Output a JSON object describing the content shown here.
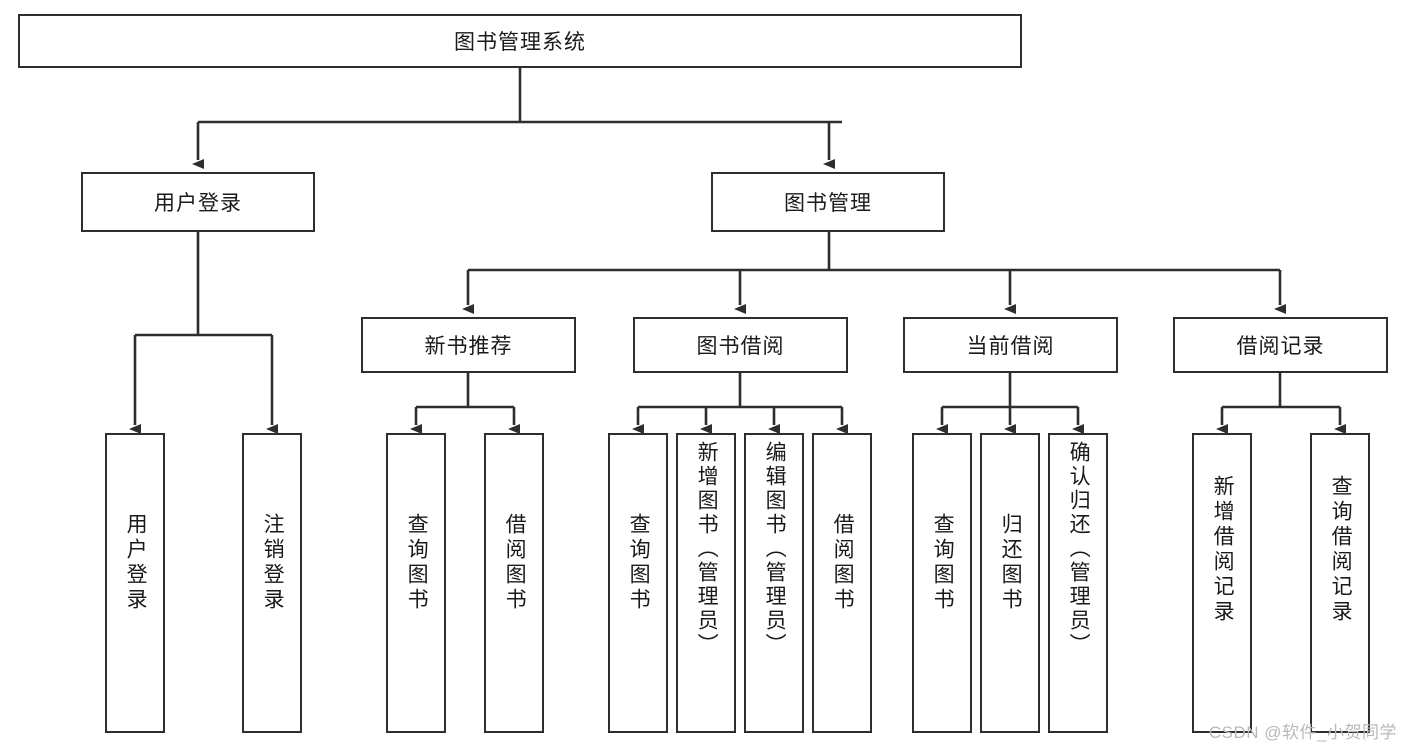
{
  "diagram": {
    "type": "hierarchy-tree",
    "title": "图书管理系统",
    "root": {
      "label": "图书管理系统"
    },
    "level2": [
      {
        "label": "用户登录"
      },
      {
        "label": "图书管理"
      }
    ],
    "level3": [
      {
        "label": "新书推荐"
      },
      {
        "label": "图书借阅"
      },
      {
        "label": "当前借阅"
      },
      {
        "label": "借阅记录"
      }
    ],
    "leaves": {
      "user_login": [
        {
          "label": "用户登录"
        },
        {
          "label": "注销登录"
        }
      ],
      "new_book_recommend": [
        {
          "label": "查询图书"
        },
        {
          "label": "借阅图书"
        }
      ],
      "book_borrow": [
        {
          "label": "查询图书"
        },
        {
          "label": "新增图书（管理员）"
        },
        {
          "label": "编辑图书（管理员）"
        },
        {
          "label": "借阅图书"
        }
      ],
      "current_borrow": [
        {
          "label": "查询图书"
        },
        {
          "label": "归还图书"
        },
        {
          "label": "确认归还（管理员）"
        }
      ],
      "borrow_record": [
        {
          "label": "新增借阅记录"
        },
        {
          "label": "查询借阅记录"
        }
      ]
    }
  },
  "watermark": {
    "text": "CSDN @软件_小贺同学"
  },
  "colors": {
    "stroke": "#2e2e2e",
    "background": "#ffffff",
    "text": "#1a1a1a",
    "watermark": "#b9b9b9"
  }
}
